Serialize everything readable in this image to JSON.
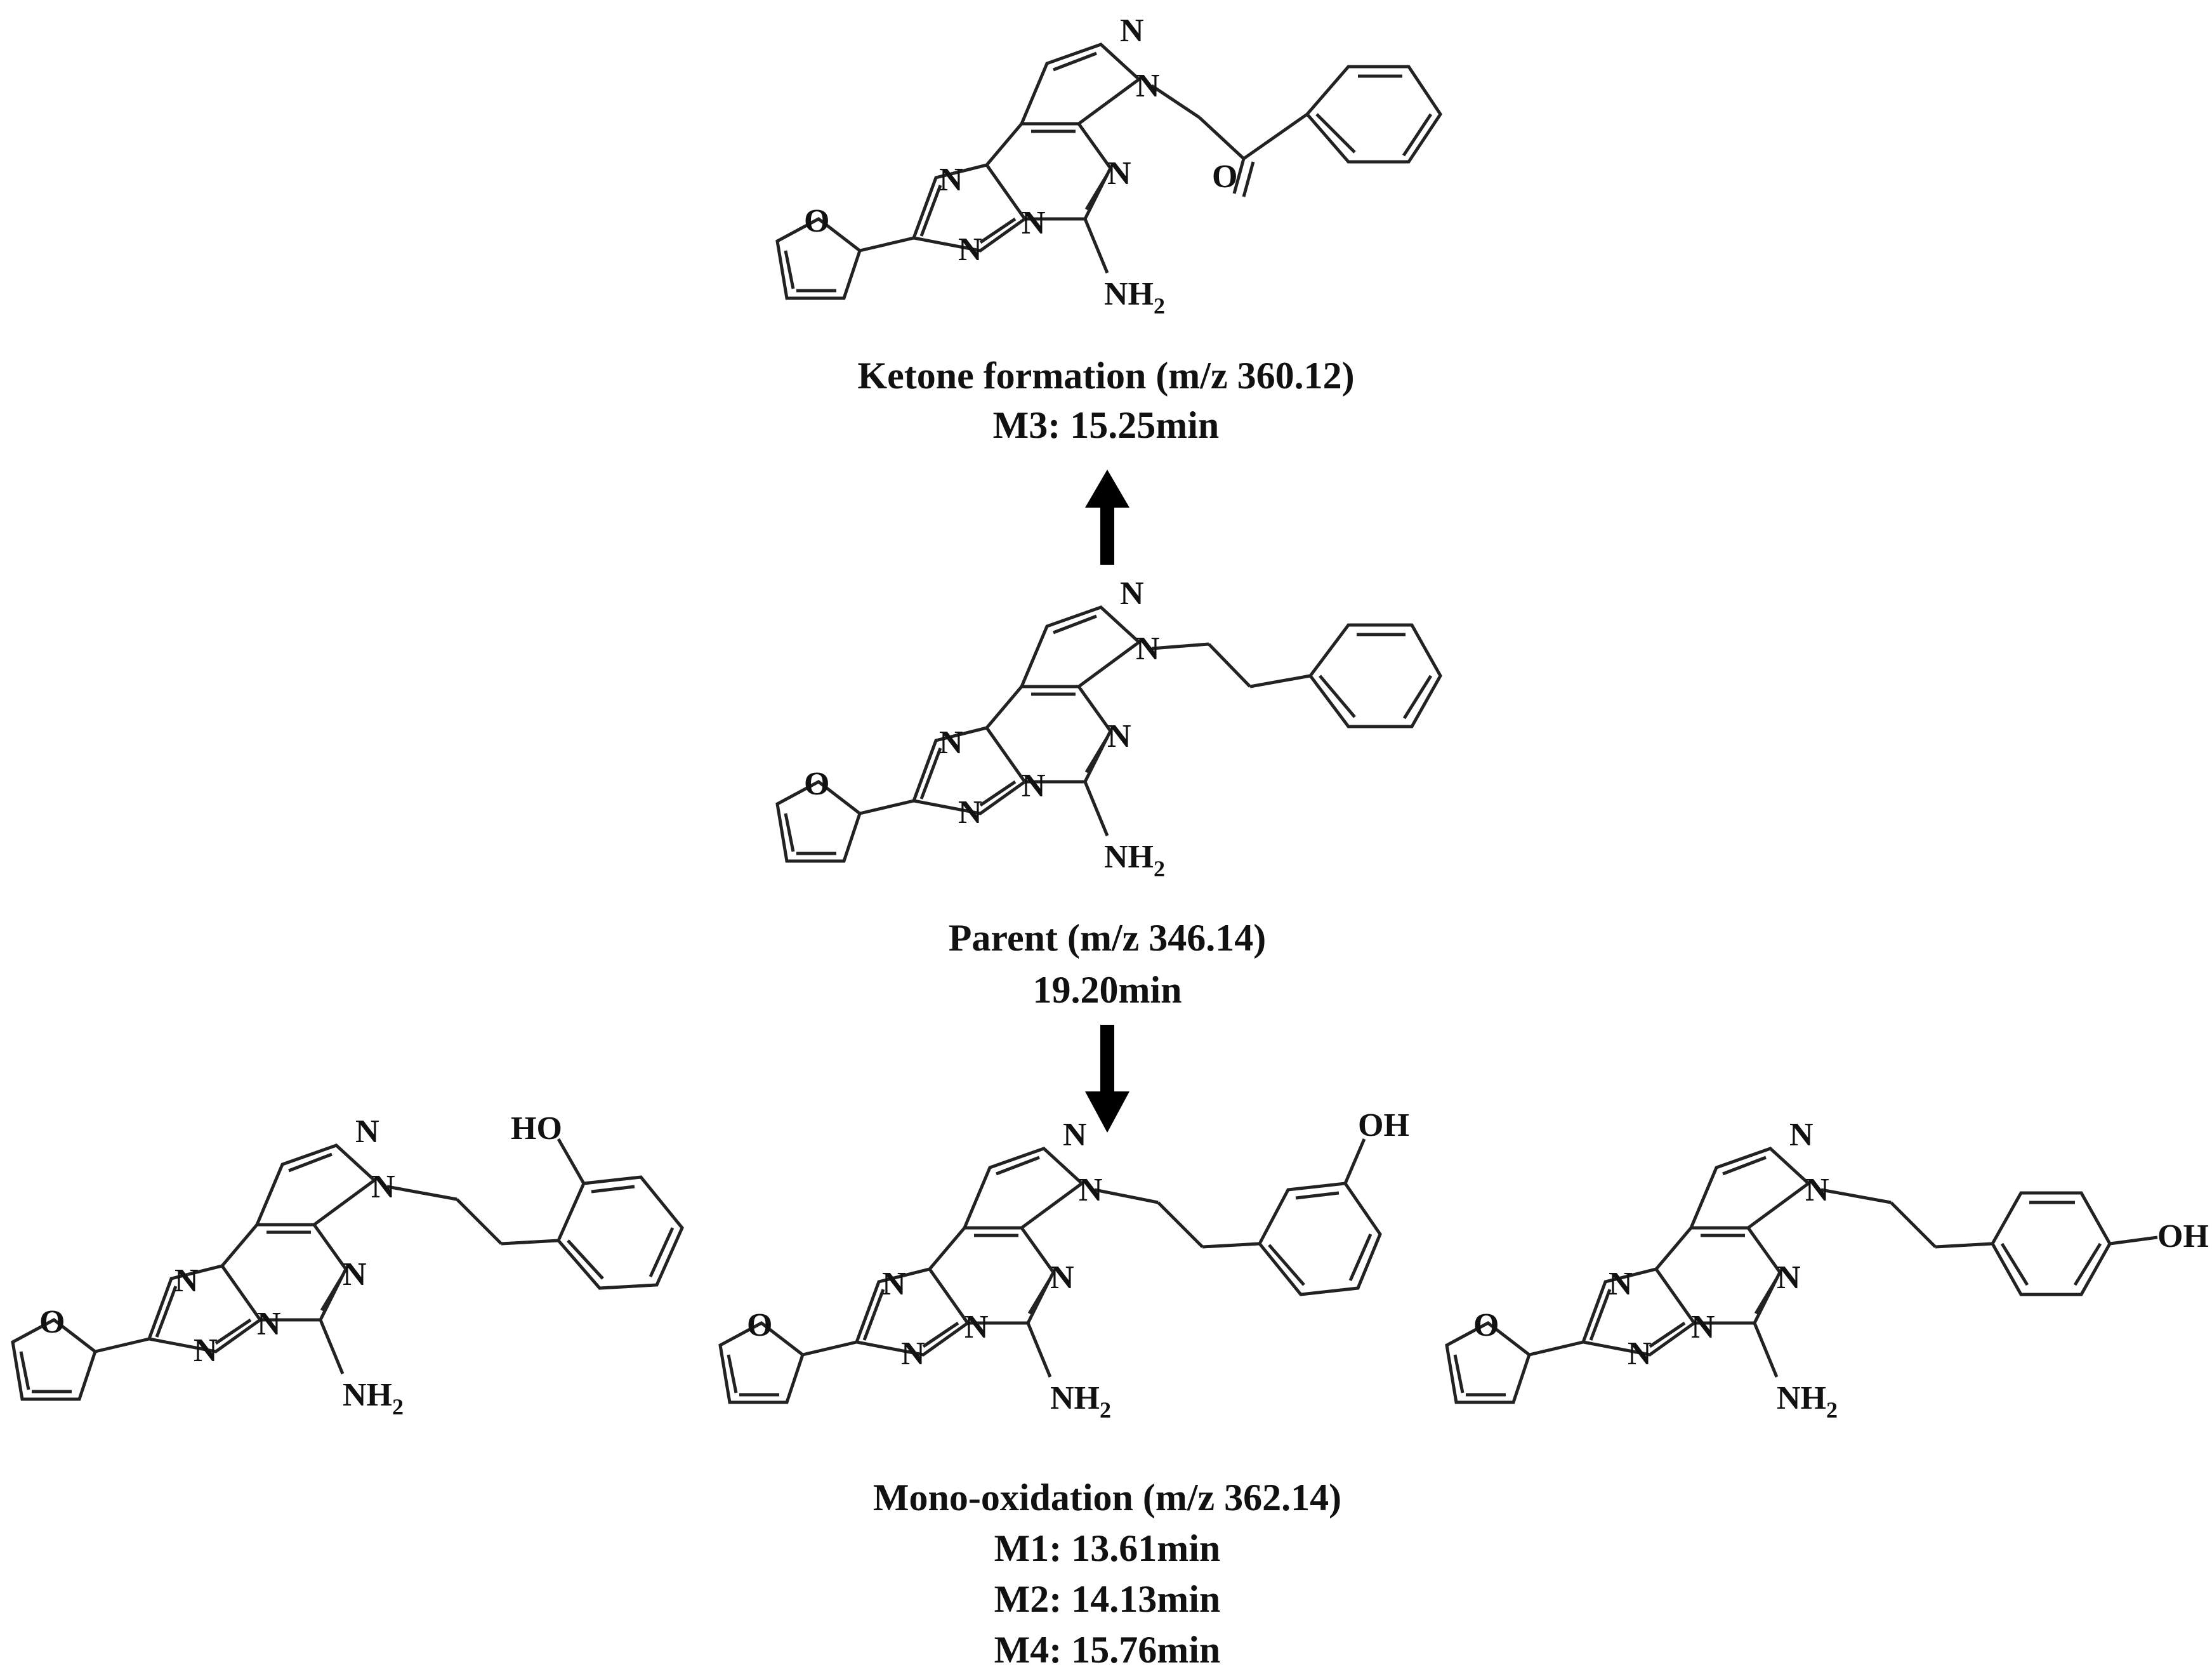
{
  "captions": {
    "ketone": {
      "line1": "Ketone formation (m/z 360.12)",
      "line2": "M3: 15.25min"
    },
    "parent": {
      "line1": "Parent (m/z 346.14)",
      "line2": "19.20min"
    },
    "mono_oxidation": {
      "line1": "Mono-oxidation (m/z 362.14)",
      "line2": "M1: 13.61min",
      "line3": "M2: 14.13min",
      "line4": "M4: 15.76min"
    }
  },
  "atom_labels": {
    "N": "N",
    "O": "O",
    "nh2_main": "NH",
    "nh2_sub": "2",
    "oh": "OH",
    "ho": "HO"
  },
  "colors": {
    "bond": "#222222",
    "text": "#111111",
    "arrow": "#000000"
  }
}
